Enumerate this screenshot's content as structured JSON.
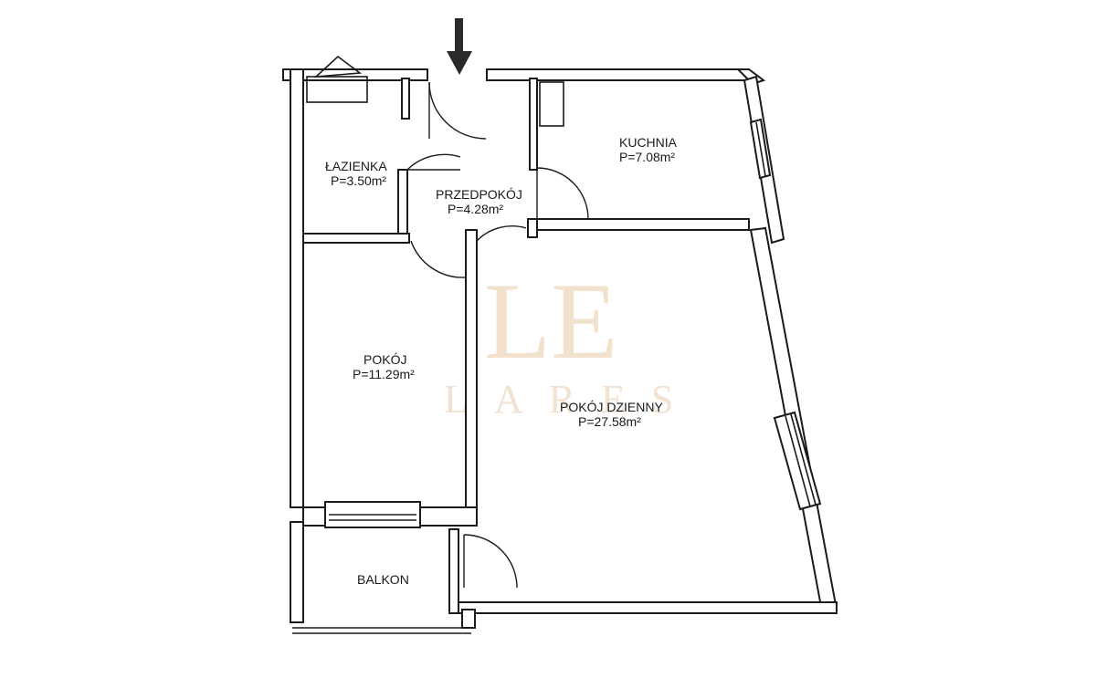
{
  "watermark": {
    "logo": "LE",
    "text": "LARES"
  },
  "rooms": {
    "lazienka": {
      "name": "ŁAZIENKA",
      "area": "P=3.50m²"
    },
    "przedpokoj": {
      "name": "PRZEDPOKÓJ",
      "area": "P=4.28m²"
    },
    "kuchnia": {
      "name": "KUCHNIA",
      "area": "P=7.08m²"
    },
    "pokoj": {
      "name": "POKÓJ",
      "area": "P=11.29m²"
    },
    "pokoj_dzienny": {
      "name": "POKÓJ DZIENNY",
      "area": "P=27.58m²"
    },
    "balkon": {
      "name": "BALKON"
    }
  },
  "colors": {
    "line": "#1a1a1a",
    "arrow": "#2a2a2a",
    "watermark": "#e9c9a6"
  },
  "icons": {
    "entrance": "entrance-arrow-icon"
  }
}
